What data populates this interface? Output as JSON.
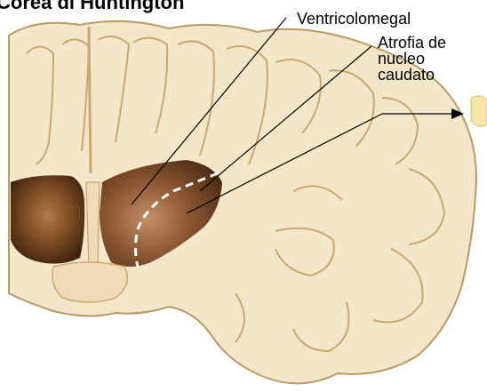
{
  "title": "Corea di Huntington",
  "labels": {
    "ventricolomegaly": "Ventricolomegal",
    "atrophy_line1": "Atrofia de",
    "atrophy_line2": "nucleo",
    "atrophy_line3": "caudato"
  },
  "colors": {
    "tissue": "#f4e6c8",
    "tissue_outline": "#b89a62",
    "atrophic_region": "#7a4a22",
    "atrophic_dark": "#4a2a12",
    "background": "#ffffff"
  }
}
